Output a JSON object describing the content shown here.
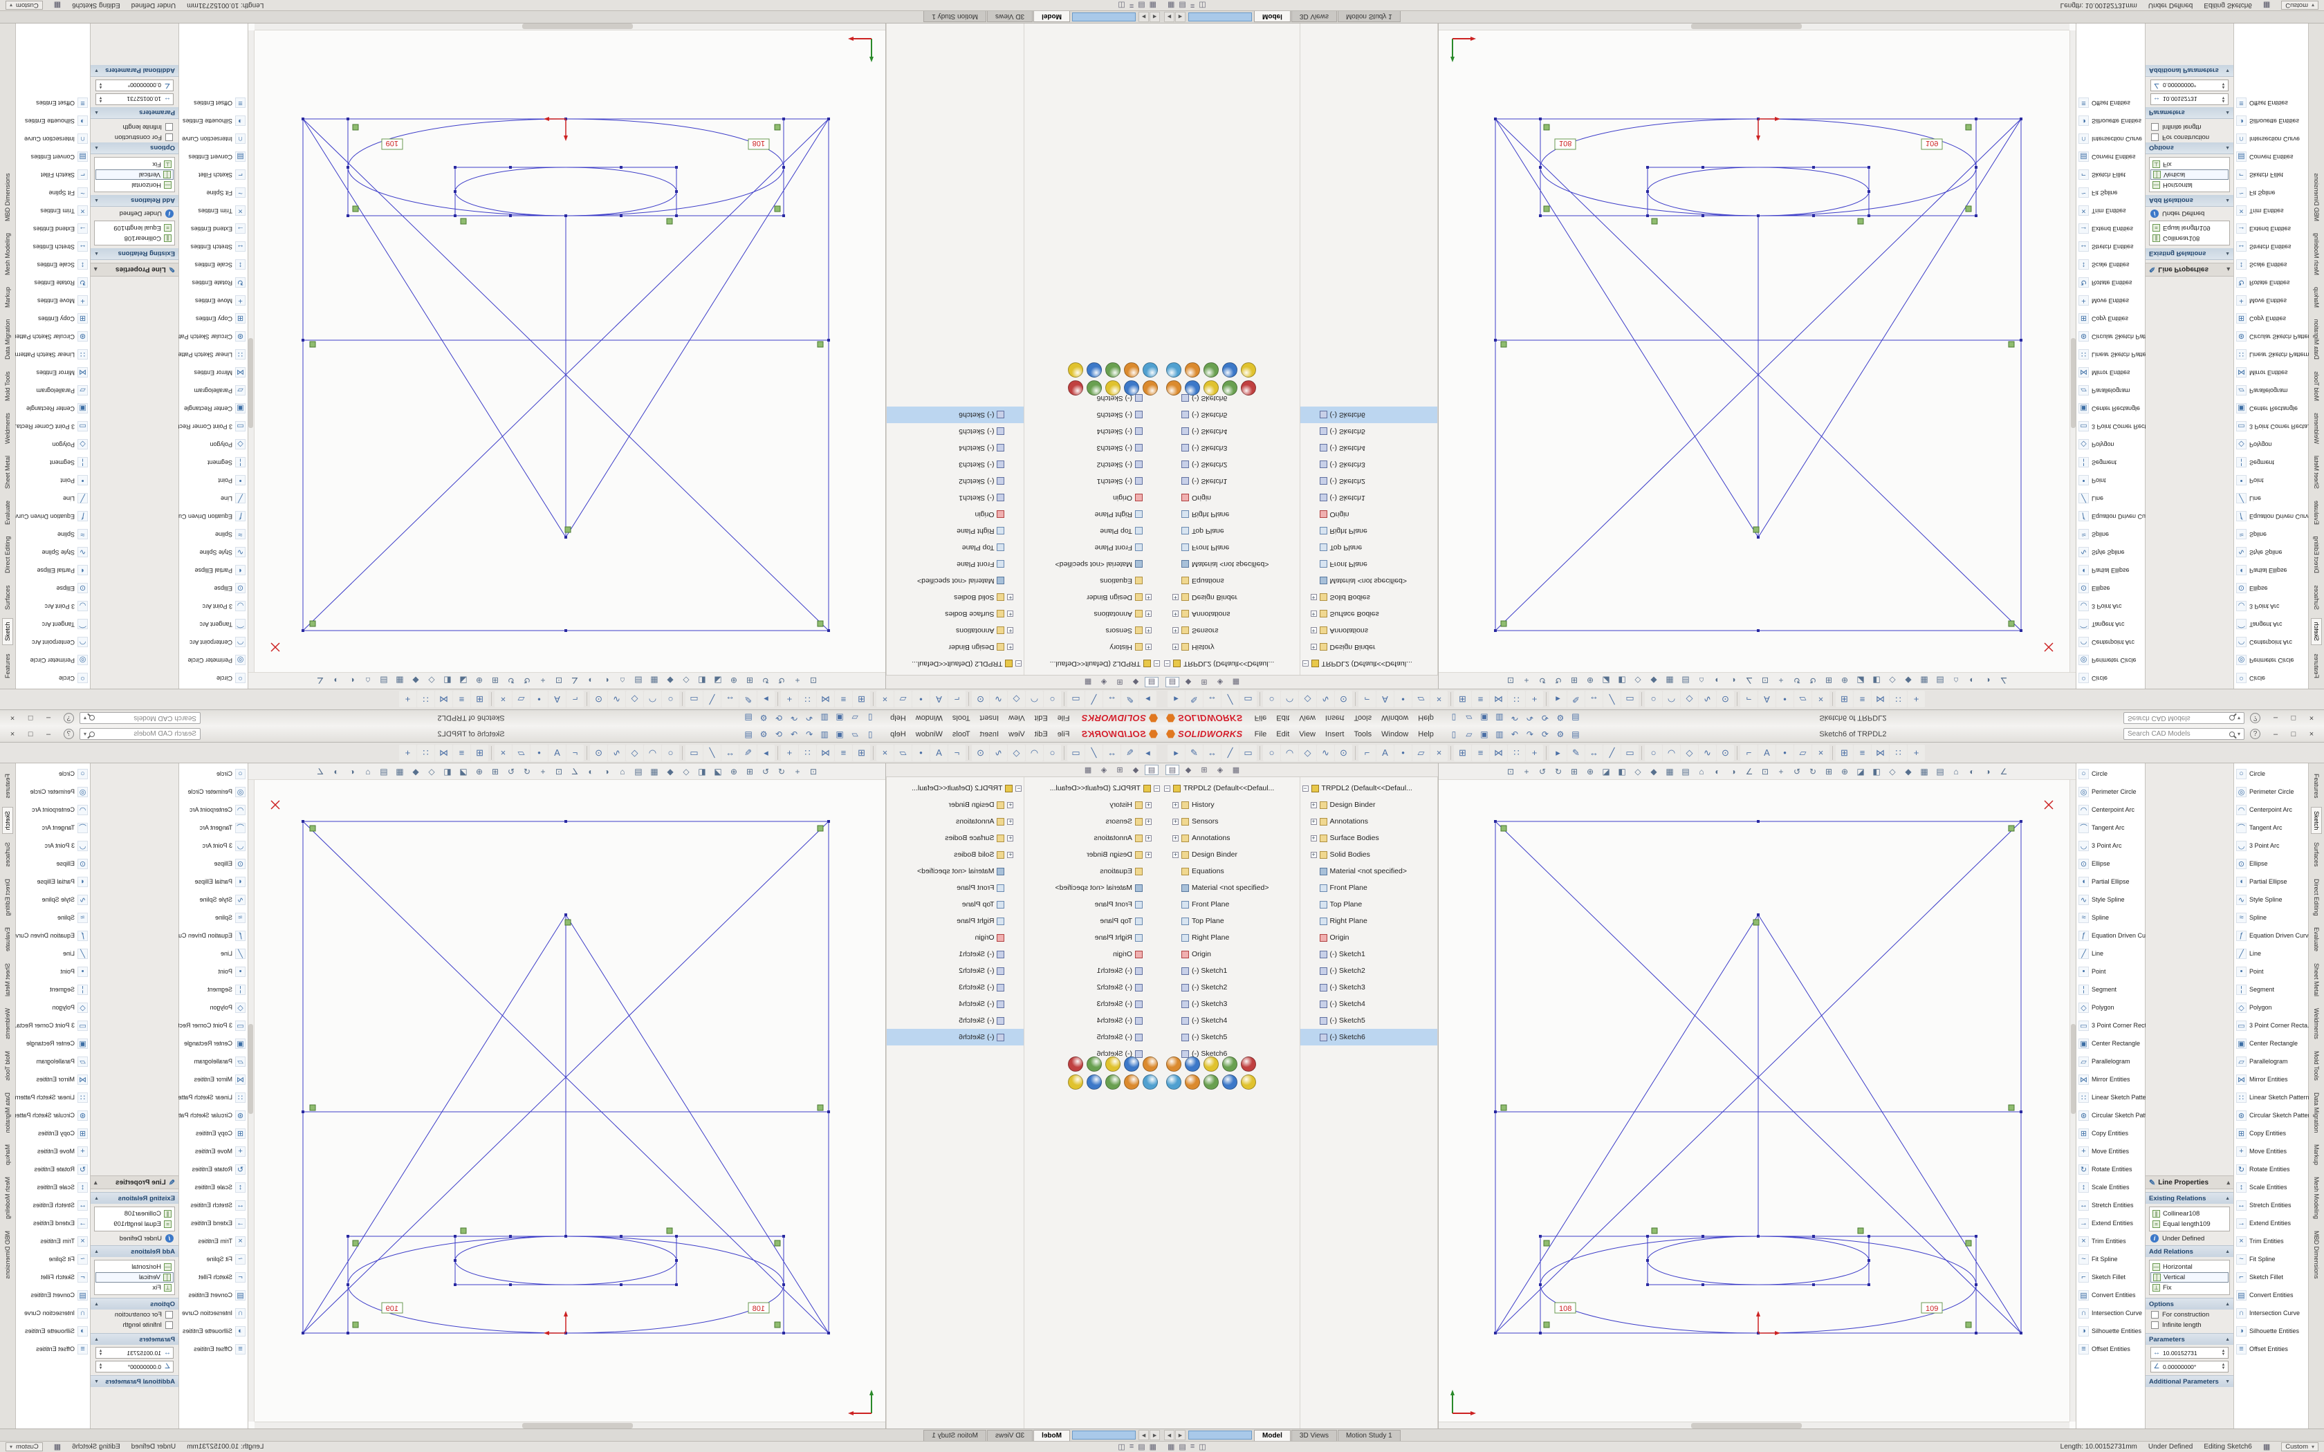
{
  "window": {
    "logo_text": "SOLIDWORKS",
    "title": "Sketch6 of TRPDL2",
    "menus": [
      "File",
      "Edit",
      "View",
      "Insert",
      "Tools",
      "Window",
      "Help"
    ],
    "search_placeholder": "Search CAD Models",
    "help_glyph": "?",
    "minimize_glyph": "–",
    "maximize_glyph": "□",
    "close_glyph": "×"
  },
  "quick_access_icons": [
    {
      "name": "new-file-icon",
      "glyph": "▯"
    },
    {
      "name": "open-file-icon",
      "glyph": "▱"
    },
    {
      "name": "save-icon",
      "glyph": "▣"
    },
    {
      "name": "print-icon",
      "glyph": "▥"
    },
    {
      "name": "undo-icon",
      "glyph": "↶"
    },
    {
      "name": "redo-icon",
      "glyph": "↷"
    },
    {
      "name": "rebuild-icon",
      "glyph": "⟳"
    },
    {
      "name": "options-icon",
      "glyph": "⚙"
    },
    {
      "name": "file-properties-icon",
      "glyph": "▤"
    }
  ],
  "command_icons": [
    {
      "name": "select-icon",
      "glyph": "▸"
    },
    {
      "name": "sketch-icon",
      "glyph": "✎"
    },
    {
      "name": "smart-dimension-icon",
      "glyph": "↔"
    },
    {
      "name": "line-icon",
      "glyph": "╱"
    },
    {
      "name": "corner-rectangle-icon",
      "glyph": "▭"
    },
    {
      "name": "circle-icon",
      "glyph": "○"
    },
    {
      "name": "centerpoint-arc-icon",
      "glyph": "◠"
    },
    {
      "name": "polygon-icon",
      "glyph": "◇"
    },
    {
      "name": "spline-icon",
      "glyph": "∿"
    },
    {
      "name": "ellipse-icon",
      "glyph": "⊙"
    },
    {
      "name": "sketch-fillet-icon",
      "glyph": "⌐"
    },
    {
      "name": "text-icon",
      "glyph": "A"
    },
    {
      "name": "point-icon",
      "glyph": "•"
    },
    {
      "name": "plane-icon",
      "glyph": "▱"
    },
    {
      "name": "trim-entities-icon",
      "glyph": "×"
    },
    {
      "name": "convert-entities-icon",
      "glyph": "⊞"
    },
    {
      "name": "offset-entities-icon",
      "glyph": "≡"
    },
    {
      "name": "mirror-entities-icon",
      "glyph": "⋈"
    },
    {
      "name": "linear-pattern-icon",
      "glyph": "∷"
    },
    {
      "name": "move-entities-icon",
      "glyph": "+"
    }
  ],
  "viewport_icons": [
    {
      "name": "zoom-fit-icon",
      "glyph": "⊡"
    },
    {
      "name": "pan-icon",
      "glyph": "+"
    },
    {
      "name": "rotate-view-icon",
      "glyph": "↺"
    },
    {
      "name": "previous-view-icon",
      "glyph": "↻"
    },
    {
      "name": "zoom-area-icon",
      "glyph": "⊞"
    },
    {
      "name": "zoom-in-out-icon",
      "glyph": "⊕"
    },
    {
      "name": "section-view-icon",
      "glyph": "◪"
    },
    {
      "name": "display-style-icon",
      "glyph": "◧"
    },
    {
      "name": "wireframe-icon",
      "glyph": "◇"
    },
    {
      "name": "shaded-icon",
      "glyph": "◆"
    },
    {
      "name": "hidden-lines-icon",
      "glyph": "▦"
    },
    {
      "name": "apply-scene-icon",
      "glyph": "▤"
    },
    {
      "name": "view-orientation-icon",
      "glyph": "⌂"
    },
    {
      "name": "perspective-icon",
      "glyph": "◐"
    },
    {
      "name": "shadows-icon",
      "glyph": "◑"
    },
    {
      "name": "angle-icon",
      "glyph": "∠"
    }
  ],
  "status_icons": [
    {
      "name": "grid-snap-icon",
      "glyph": "▦"
    },
    {
      "name": "units-icon",
      "glyph": "▤"
    },
    {
      "name": "layers-icon",
      "glyph": "≡"
    },
    {
      "name": "split-view-icon",
      "glyph": "◫"
    }
  ],
  "featuremanager_tabs": [
    {
      "name": "feature-tree-tab-icon",
      "glyph": "▤"
    },
    {
      "name": "property-manager-tab-icon",
      "glyph": "◆"
    },
    {
      "name": "configuration-manager-tab-icon",
      "glyph": "⊞"
    },
    {
      "name": "dimxpert-manager-tab-icon",
      "glyph": "◈"
    },
    {
      "name": "display-manager-tab-icon",
      "glyph": "▦"
    }
  ],
  "view_spheres": [
    [
      "#db8a2e",
      "#3c78c8",
      "#e0c22e",
      "#69a050",
      "#c04040"
    ],
    [
      "#50a0d0",
      "#db8a2e",
      "#69a050",
      "#3c78c8",
      "#e0c22e"
    ]
  ],
  "feature_tree": {
    "pane1": [
      {
        "label": "TRPDL2 (Default<<Defaul...",
        "level": 0,
        "children": true,
        "open": true,
        "icon": "part"
      },
      {
        "label": "History",
        "level": 1,
        "children": true,
        "open": false,
        "icon": "folder"
      },
      {
        "label": "Sensors",
        "level": 1,
        "children": true,
        "open": false,
        "icon": "folder"
      },
      {
        "label": "Annotations",
        "level": 1,
        "children": true,
        "open": false,
        "icon": "folder"
      },
      {
        "label": "Design Binder",
        "level": 1,
        "children": true,
        "open": false,
        "icon": "folder"
      },
      {
        "label": "Equations",
        "level": 1,
        "children": false,
        "icon": "folder"
      },
      {
        "label": "Material <not specified>",
        "level": 1,
        "children": false,
        "icon": "material"
      },
      {
        "label": "Front Plane",
        "level": 1,
        "children": false,
        "icon": "plane"
      },
      {
        "label": "Top Plane",
        "level": 1,
        "children": false,
        "icon": "plane"
      },
      {
        "label": "Right Plane",
        "level": 1,
        "children": false,
        "icon": "plane"
      },
      {
        "label": "Origin",
        "level": 1,
        "children": false,
        "icon": "origin"
      },
      {
        "label": "(-) Sketch1",
        "level": 1,
        "children": false,
        "icon": "sketch"
      },
      {
        "label": "(-) Sketch2",
        "level": 1,
        "children": false,
        "icon": "sketch"
      },
      {
        "label": "(-) Sketch3",
        "level": 1,
        "children": false,
        "icon": "sketch"
      },
      {
        "label": "(-) Sketch4",
        "level": 1,
        "children": false,
        "icon": "sketch"
      },
      {
        "label": "(-) Sketch5",
        "level": 1,
        "children": false,
        "icon": "sketch"
      },
      {
        "label": "(-) Sketch6",
        "level": 1,
        "children": false,
        "icon": "sketch"
      }
    ],
    "pane2": [
      {
        "label": "TRPDL2 (Default<<Defaul...",
        "level": 0,
        "children": true,
        "open": true,
        "icon": "part"
      },
      {
        "label": "Design Binder",
        "level": 1,
        "children": true,
        "open": false,
        "icon": "folder"
      },
      {
        "label": "Annotations",
        "level": 1,
        "children": true,
        "open": false,
        "icon": "folder"
      },
      {
        "label": "Surface Bodies",
        "level": 1,
        "children": true,
        "open": false,
        "icon": "folder"
      },
      {
        "label": "Solid Bodies",
        "level": 1,
        "children": true,
        "open": false,
        "icon": "folder"
      },
      {
        "label": "Material <not specified>",
        "level": 1,
        "children": false,
        "icon": "material"
      },
      {
        "label": "Front Plane",
        "level": 1,
        "children": false,
        "icon": "plane"
      },
      {
        "label": "Top Plane",
        "level": 1,
        "children": false,
        "icon": "plane"
      },
      {
        "label": "Right Plane",
        "level": 1,
        "children": false,
        "icon": "plane"
      },
      {
        "label": "Origin",
        "level": 1,
        "children": false,
        "icon": "origin"
      },
      {
        "label": "(-) Sketch1",
        "level": 1,
        "children": false,
        "icon": "sketch"
      },
      {
        "label": "(-) Sketch2",
        "level": 1,
        "children": false,
        "icon": "sketch"
      },
      {
        "label": "(-) Sketch3",
        "level": 1,
        "children": false,
        "icon": "sketch"
      },
      {
        "label": "(-) Sketch4",
        "level": 1,
        "children": false,
        "icon": "sketch"
      },
      {
        "label": "(-) Sketch5",
        "level": 1,
        "children": false,
        "icon": "sketch"
      },
      {
        "label": "(-) Sketch6",
        "level": 1,
        "children": false,
        "icon": "sketch",
        "selected": true
      }
    ]
  },
  "sketch_tools": [
    {
      "label": "Circle",
      "icon": "circle-tool-icon",
      "glyph": "○"
    },
    {
      "label": "Perimeter Circle",
      "icon": "perimeter-circle-tool-icon",
      "glyph": "◎"
    },
    {
      "label": "Centerpoint Arc",
      "icon": "centerpoint-arc-tool-icon",
      "glyph": "◠"
    },
    {
      "label": "Tangent Arc",
      "icon": "tangent-arc-tool-icon",
      "glyph": "⌒"
    },
    {
      "label": "3 Point Arc",
      "icon": "three-point-arc-tool-icon",
      "glyph": "◡"
    },
    {
      "label": "Ellipse",
      "icon": "ellipse-tool-icon",
      "glyph": "⊙"
    },
    {
      "label": "Partial Ellipse",
      "icon": "partial-ellipse-tool-icon",
      "glyph": "◖"
    },
    {
      "label": "Style Spline",
      "icon": "style-spline-tool-icon",
      "glyph": "∿"
    },
    {
      "label": "Spline",
      "icon": "spline-tool-icon",
      "glyph": "≈"
    },
    {
      "label": "Equation Driven Curve",
      "icon": "equation-curve-tool-icon",
      "glyph": "ƒ"
    },
    {
      "label": "Line",
      "icon": "line-tool-icon",
      "glyph": "╱"
    },
    {
      "label": "Point",
      "icon": "point-tool-icon",
      "glyph": "•"
    },
    {
      "label": "Segment",
      "icon": "segment-tool-icon",
      "glyph": "¦"
    },
    {
      "label": "Polygon",
      "icon": "polygon-tool-icon",
      "glyph": "◇"
    },
    {
      "label": "3 Point Corner Recta...",
      "icon": "three-point-corner-rectangle-tool-icon",
      "glyph": "▭"
    },
    {
      "label": "Center Rectangle",
      "icon": "center-rectangle-tool-icon",
      "glyph": "▣"
    },
    {
      "label": "Parallelogram",
      "icon": "parallelogram-tool-icon",
      "glyph": "▱"
    },
    {
      "label": "Mirror Entities",
      "icon": "mirror-entities-tool-icon",
      "glyph": "⋈"
    },
    {
      "label": "Linear Sketch Pattern",
      "icon": "linear-pattern-tool-icon",
      "glyph": "∷"
    },
    {
      "label": "Circular Sketch Pattern",
      "icon": "circular-pattern-tool-icon",
      "glyph": "⊛"
    },
    {
      "label": "Copy Entities",
      "icon": "copy-entities-tool-icon",
      "glyph": "⊞"
    },
    {
      "label": "Move Entities",
      "icon": "move-entities-tool-icon",
      "glyph": "+"
    },
    {
      "label": "Rotate Entities",
      "icon": "rotate-entities-tool-icon",
      "glyph": "↻"
    },
    {
      "label": "Scale Entities",
      "icon": "scale-entities-tool-icon",
      "glyph": "↕"
    },
    {
      "label": "Stretch Entities",
      "icon": "stretch-entities-tool-icon",
      "glyph": "↔"
    },
    {
      "label": "Extend Entities",
      "icon": "extend-entities-tool-icon",
      "glyph": "→"
    },
    {
      "label": "Trim Entities",
      "icon": "trim-entities-tool-icon",
      "glyph": "×"
    },
    {
      "label": "Fit Spline",
      "icon": "fit-spline-tool-icon",
      "glyph": "~"
    },
    {
      "label": "Sketch Fillet",
      "icon": "sketch-fillet-tool-icon",
      "glyph": "⌐"
    },
    {
      "label": "Convert Entities",
      "icon": "convert-entities-tool-icon",
      "glyph": "▤"
    },
    {
      "label": "Intersection Curve",
      "icon": "intersection-curve-tool-icon",
      "glyph": "∩"
    },
    {
      "label": "Silhouette Entities",
      "icon": "silhouette-entities-tool-icon",
      "glyph": "◑"
    },
    {
      "label": "Offset Entities",
      "icon": "offset-entities-tool-icon",
      "glyph": "≡"
    }
  ],
  "command_tabs": [
    "Features",
    "Sketch",
    "Surfaces",
    "Direct Editing",
    "Evaluate",
    "Sheet Metal",
    "Weldments",
    "Mold Tools",
    "Data Migration",
    "Markup",
    "Mesh Modeling",
    "MBD Dimensions"
  ],
  "property_panel": {
    "title": "Line Properties",
    "existing_relations": {
      "label": "Existing Relations",
      "items": [
        {
          "label": "Collinear108",
          "glyph": "∥"
        },
        {
          "label": "Equal length109",
          "glyph": "="
        }
      ]
    },
    "information": {
      "status": "Under Defined"
    },
    "add_relations": {
      "label": "Add Relations",
      "items": [
        {
          "label": "Horizontal",
          "glyph": "—",
          "selected": false
        },
        {
          "label": "Vertical",
          "glyph": "│",
          "selected": true
        },
        {
          "label": "Fix",
          "glyph": "⊥",
          "selected": false
        }
      ]
    },
    "options": {
      "label": "Options",
      "checkboxes": [
        {
          "label": "For construction",
          "checked": false
        },
        {
          "label": "Infinite length",
          "checked": false
        }
      ]
    },
    "parameters": {
      "label": "Parameters",
      "fields": [
        {
          "name": "length-parameter",
          "glyph": "↔",
          "value": "10.00152731"
        },
        {
          "name": "angle-parameter",
          "glyph": "∠",
          "value": "0.00000000°"
        }
      ]
    },
    "additional_parameters_label": "Additional Parameters"
  },
  "doc_tabs": [
    {
      "label": "Model",
      "active": true
    },
    {
      "label": "3D Views",
      "active": false
    },
    {
      "label": "Motion Study 1",
      "active": false
    }
  ],
  "status_bar": {
    "length": "Length: 10.00152731mm",
    "state": "Under Defined",
    "editing": "Editing Sketch6",
    "custom": "Custom"
  },
  "sketch_annotations": {
    "dim_left": "108",
    "dim_right": "109"
  },
  "colors": {
    "accent_blue": "#2c6fbb",
    "sketch_line": "#3c3cc8",
    "relation_green": "#8fbc6f",
    "origin_red": "#cc2222",
    "logo_red": "#d41f2c",
    "logo_orange": "#e07820",
    "selection_blue": "#bcd6f0"
  }
}
